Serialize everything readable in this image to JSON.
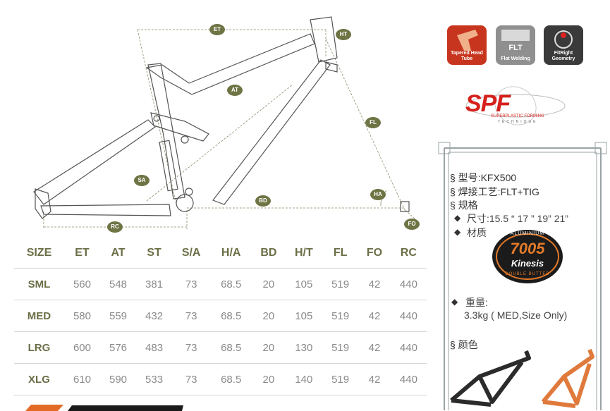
{
  "diagram": {
    "labels": [
      "ET",
      "HT",
      "AT",
      "FL",
      "SA",
      "BD",
      "HA",
      "RC",
      "FO"
    ]
  },
  "table": {
    "headers": [
      "SIZE",
      "ET",
      "AT",
      "ST",
      "S/A",
      "H/A",
      "BD",
      "H/T",
      "FL",
      "FO",
      "RC"
    ],
    "rows": [
      [
        "SML",
        "560",
        "548",
        "381",
        "73",
        "68.5",
        "20",
        "105",
        "519",
        "42",
        "440"
      ],
      [
        "MED",
        "580",
        "559",
        "432",
        "73",
        "68.5",
        "20",
        "105",
        "519",
        "42",
        "440"
      ],
      [
        "LRG",
        "600",
        "576",
        "483",
        "73",
        "68.5",
        "20",
        "130",
        "519",
        "42",
        "440"
      ],
      [
        "XLG",
        "610",
        "590",
        "533",
        "73",
        "68.5",
        "20",
        "140",
        "519",
        "42",
        "440"
      ]
    ]
  },
  "badges": {
    "tapered": "Tapered Head Tube",
    "flt_title": "FLT",
    "flt_sub": "Flat Welding",
    "fitright": "FitRight Geometry",
    "spf_logo": "SPF",
    "spf_sub": "SUPERPLASTIC FORMING",
    "spf_sub2": "TECHNIQUE"
  },
  "specs": {
    "model": "§ 型号:KFX500",
    "welding": "§ 焊接工艺:FLT+TIG",
    "spec_title": "§ 规格",
    "size_bullet": "◆",
    "sizes": "尺寸:15.5 “ 17 ”  19” 21”",
    "material_bullet": "◆",
    "material": "材质",
    "weight_bullet": "◆",
    "weight_label": "重量:",
    "weight_value": "3.3kg ( MED,Size Only)",
    "color_title": "§ 颜色"
  },
  "material_logo": {
    "top": "ALUMINIUM",
    "number": "7005",
    "brand": "Kinesis",
    "bottom": "DOUBLE BUTTED"
  },
  "colors": {
    "olive": "#6f7444",
    "frame_stroke": "#555555",
    "orange": "#e07a3c",
    "dark_frame": "#2b2b2b"
  }
}
